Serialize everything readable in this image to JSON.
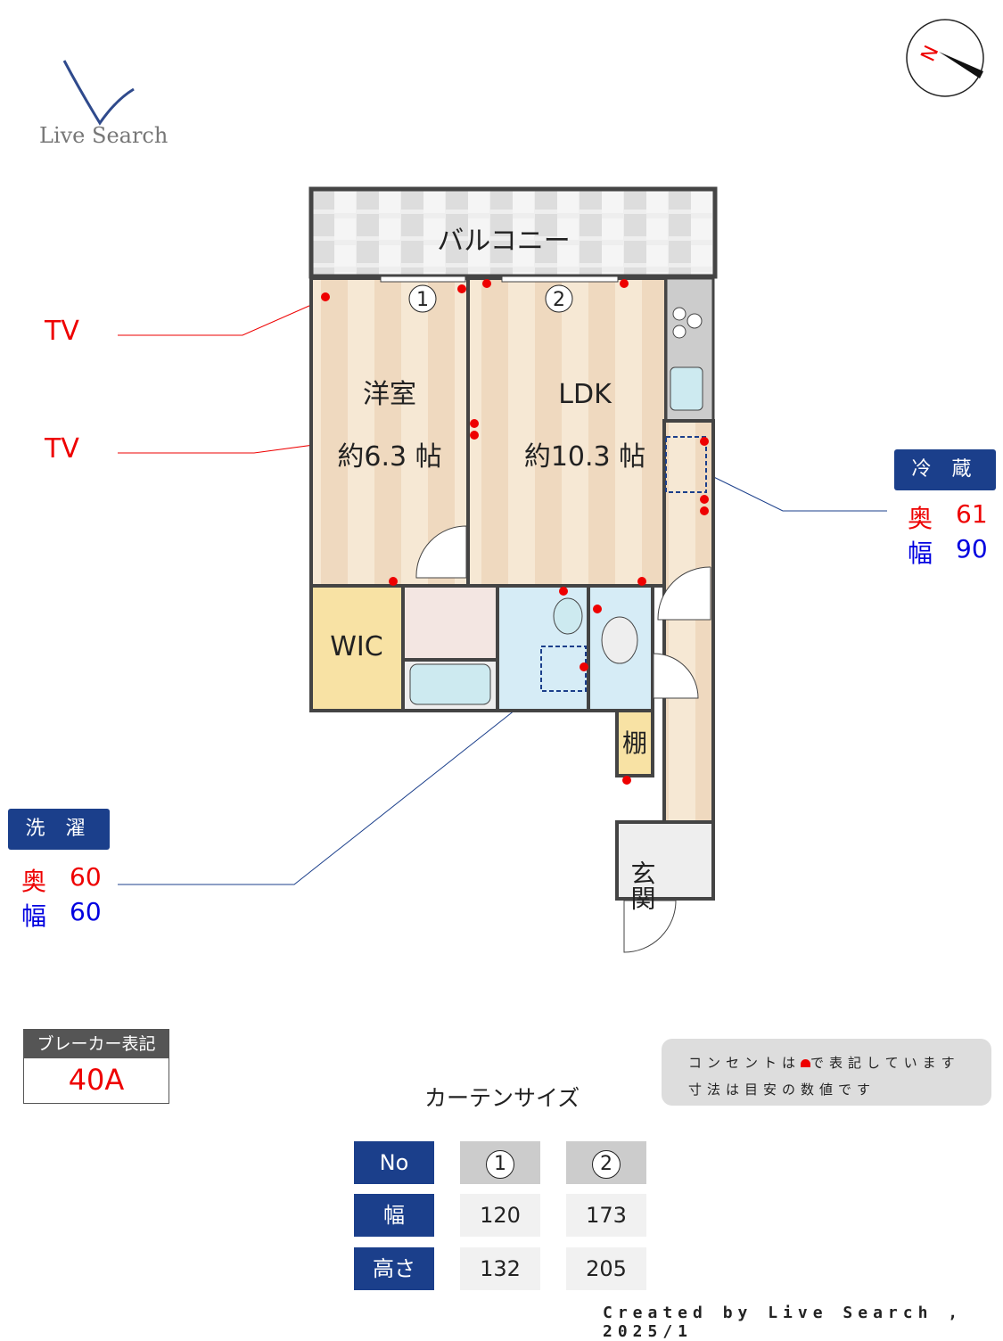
{
  "logo": {
    "text": "Live Search"
  },
  "compass": {
    "label": "N"
  },
  "plan": {
    "balcony": "バルコニー",
    "window_1": "1",
    "window_2": "2",
    "western_room": {
      "name": "洋室",
      "size": "約6.3 帖"
    },
    "ldk": {
      "name": "LDK",
      "size": "約10.3 帖"
    },
    "wic": "WIC",
    "shelf": "棚",
    "entrance": "玄関"
  },
  "tv_labels": [
    "TV",
    "TV"
  ],
  "fridge": {
    "title": "冷 蔵 庫",
    "depth_label": "奥",
    "depth": "61",
    "width_label": "幅",
    "width": "90"
  },
  "washer": {
    "title": "洗 濯 機",
    "depth_label": "奥",
    "depth": "60",
    "width_label": "幅",
    "width": "60"
  },
  "breaker": {
    "label": "ブレーカー表記",
    "value": "40A"
  },
  "notes": {
    "line1_a": "コンセントは",
    "line1_b": "で表記しています",
    "line2": "寸法は目安の数値です"
  },
  "curtain": {
    "title": "カーテンサイズ",
    "headers": [
      "No",
      "幅",
      "高さ"
    ],
    "columns": [
      {
        "no": "1",
        "width": "120",
        "height": "132"
      },
      {
        "no": "2",
        "width": "173",
        "height": "205"
      }
    ]
  },
  "footer": "Created by Live Search , 2025/1",
  "colors": {
    "outlet": "#e00000",
    "navy": "#1b3f8b",
    "wall": "#444444",
    "floor": "#f3e2cb"
  }
}
